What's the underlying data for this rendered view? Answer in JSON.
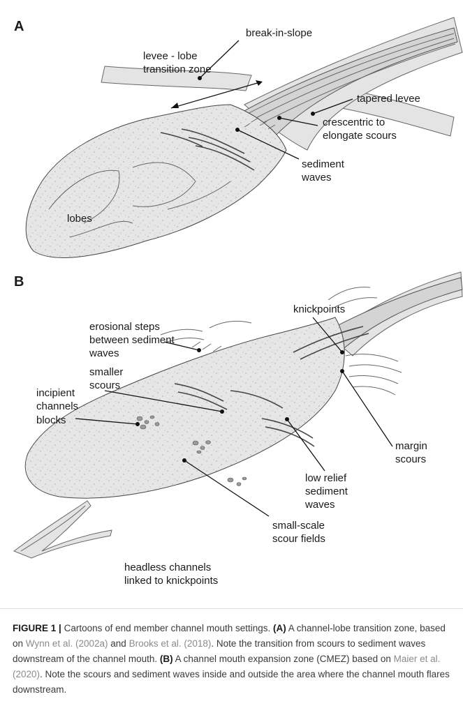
{
  "panel_a": {
    "letter": "A",
    "labels": {
      "break_in_slope": "break-in-slope",
      "levee_lobe_1": "levee - lobe",
      "levee_lobe_2": "transition zone",
      "tapered_levee": "tapered levee",
      "crescentric_1": "crescentric to",
      "crescentric_2": "elongate scours",
      "sediment_1": "sediment",
      "sediment_2": "waves",
      "lobes": "lobes"
    }
  },
  "panel_b": {
    "letter": "B",
    "labels": {
      "knickpoints": "knickpoints",
      "erosional_1": "erosional steps",
      "erosional_2": "between sediment",
      "erosional_3": "waves",
      "smaller_1": "smaller",
      "smaller_2": "scours",
      "incipient_1": "incipient",
      "incipient_2": "channels",
      "blocks": "blocks",
      "margin_1": "margin",
      "margin_2": "scours",
      "low_relief_1": "low relief",
      "low_relief_2": "sediment",
      "low_relief_3": "waves",
      "small_scale_1": "small-scale",
      "small_scale_2": "scour fields",
      "headless_1": "headless channels",
      "headless_2": "linked to knickpoints"
    }
  },
  "caption": {
    "figure_label": "FIGURE 1",
    "separator": "|",
    "intro": "Cartoons of end member channel mouth settings.",
    "a_marker": "(A)",
    "a_text_1": "A channel-lobe transition zone, based on",
    "ref_1": "Wynn et al. (2002a)",
    "and": "and",
    "ref_2": "Brooks et al. (2018)",
    "a_text_2": ". Note the transition from scours to sediment waves downstream of the channel mouth.",
    "b_marker": "(B)",
    "b_text_1": "A channel mouth expansion zone (CMEZ) based on",
    "ref_3": "Maier et al. (2020)",
    "b_text_2": ". Note the scours and sediment waves inside and outside the area where the channel mouth flares downstream."
  }
}
